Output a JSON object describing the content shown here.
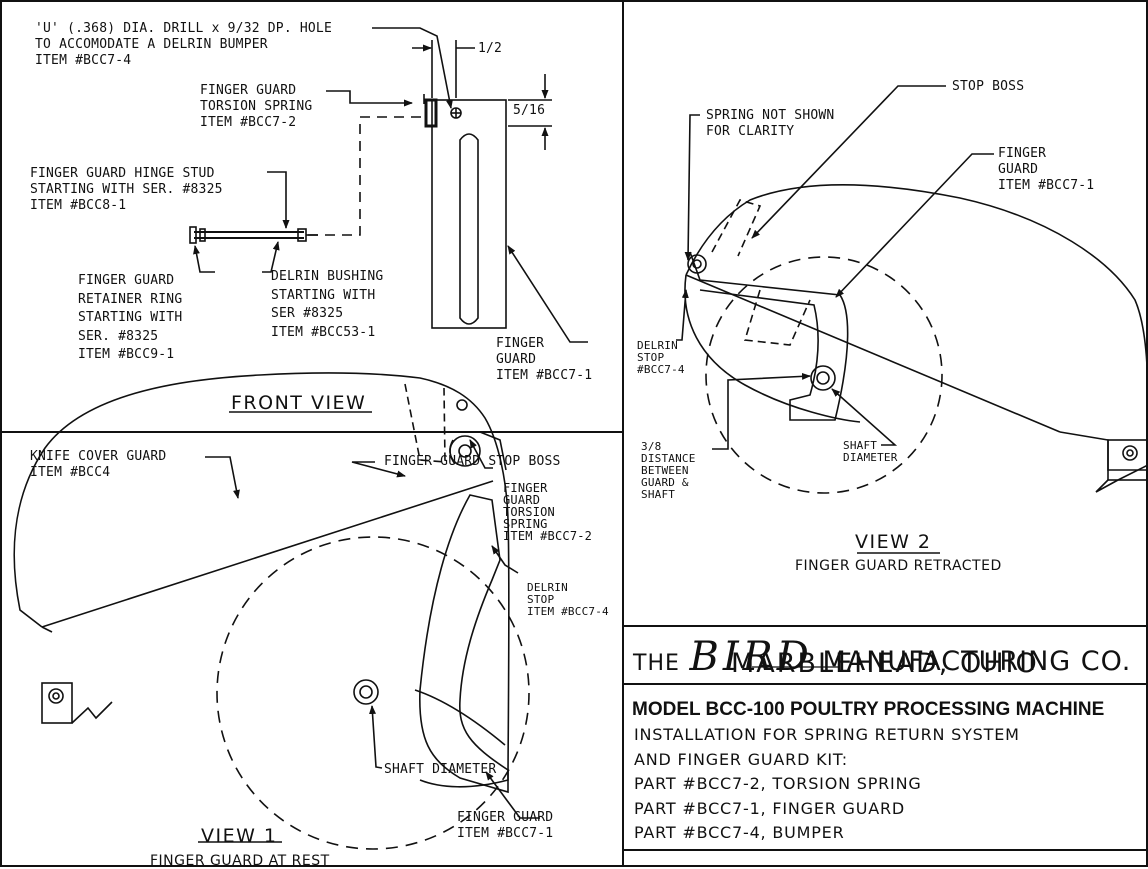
{
  "front_view": {
    "drill_note": "'U' (.368) DIA. DRILL x 9/32 DP. HOLE\nTO ACCOMODATE A DELRIN BUMPER\nITEM #BCC7-4",
    "dim_half": "1/2",
    "dim_5_16": "5/16",
    "torsion_spring": "FINGER GUARD\nTORSION SPRING\nITEM #BCC7-2",
    "hinge_stud": "FINGER GUARD HINGE STUD\nSTARTING WITH SER. #8325\nITEM #BCC8-1",
    "retainer_ring": "FINGER GUARD\nRETAINER RING\nSTARTING WITH\nSER. #8325\nITEM #BCC9-1",
    "delrin_bushing": "DELRIN BUSHING\nSTARTING WITH\nSER #8325\nITEM #BCC53-1",
    "finger_guard": "FINGER\nGUARD\nITEM #BCC7-1",
    "title": "FRONT VIEW"
  },
  "view1": {
    "knife_cover": "KNIFE COVER GUARD\nITEM #BCC4",
    "stop_boss": "FINGER GUARD STOP BOSS",
    "torsion_spring": "FINGER\nGUARD\nTORSION\nSPRING\nITEM #BCC7-2",
    "delrin_stop": "DELRIN\nSTOP\nITEM #BCC7-4",
    "shaft": "SHAFT DIAMETER",
    "finger_guard": "FINGER GUARD\nITEM #BCC7-1",
    "title": "VIEW 1",
    "subtitle": "FINGER GUARD AT REST"
  },
  "view2": {
    "stop_boss": "STOP BOSS",
    "spring_note": "SPRING NOT SHOWN\nFOR CLARITY",
    "finger_guard": "FINGER\nGUARD\nITEM #BCC7-1",
    "delrin_stop": "DELRIN\nSTOP\n#BCC7-4",
    "distance": "3/8\nDISTANCE\nBETWEEN\nGUARD &\nSHAFT",
    "shaft": "SHAFT\nDIAMETER",
    "title": "VIEW 2",
    "subtitle": "FINGER GUARD RETRACTED"
  },
  "title_block": {
    "the": "THE",
    "brand": "BIRD",
    "company": "MANUFACTURING CO.",
    "city": "MARBLEHEAD, OHIO",
    "model": "MODEL BCC-100 POULTRY PROCESSING MACHINE",
    "lines": "INSTALLATION FOR SPRING RETURN SYSTEM\nAND FINGER GUARD KIT:\nPART #BCC7-2, TORSION SPRING\nPART #BCC7-1, FINGER GUARD\nPART #BCC7-4, BUMPER"
  }
}
